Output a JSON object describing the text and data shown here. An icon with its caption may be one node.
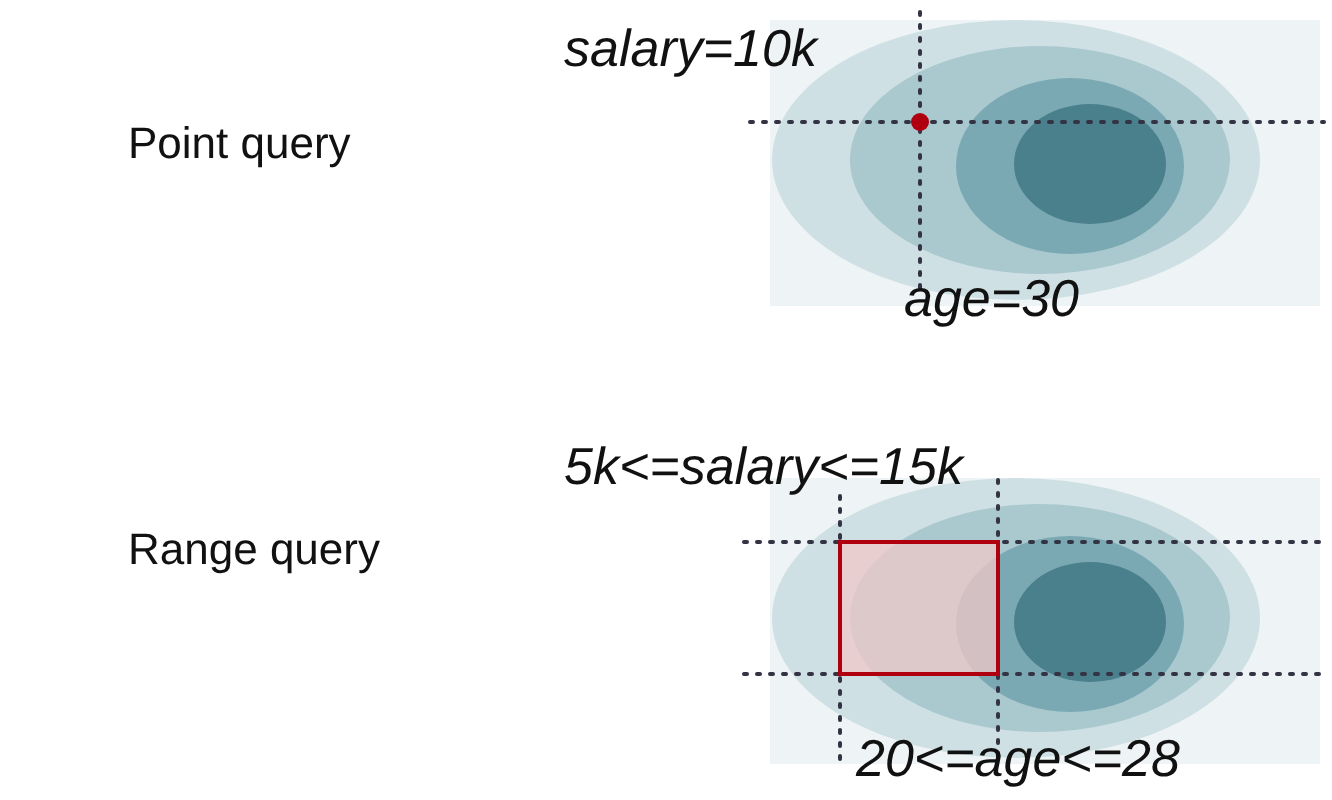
{
  "diagram": {
    "labels": [
      "salary=10k",
      "Point query",
      "age=30",
      "5k<=salary<=15k",
      "Range query",
      "20<=age<=28"
    ]
  }
}
